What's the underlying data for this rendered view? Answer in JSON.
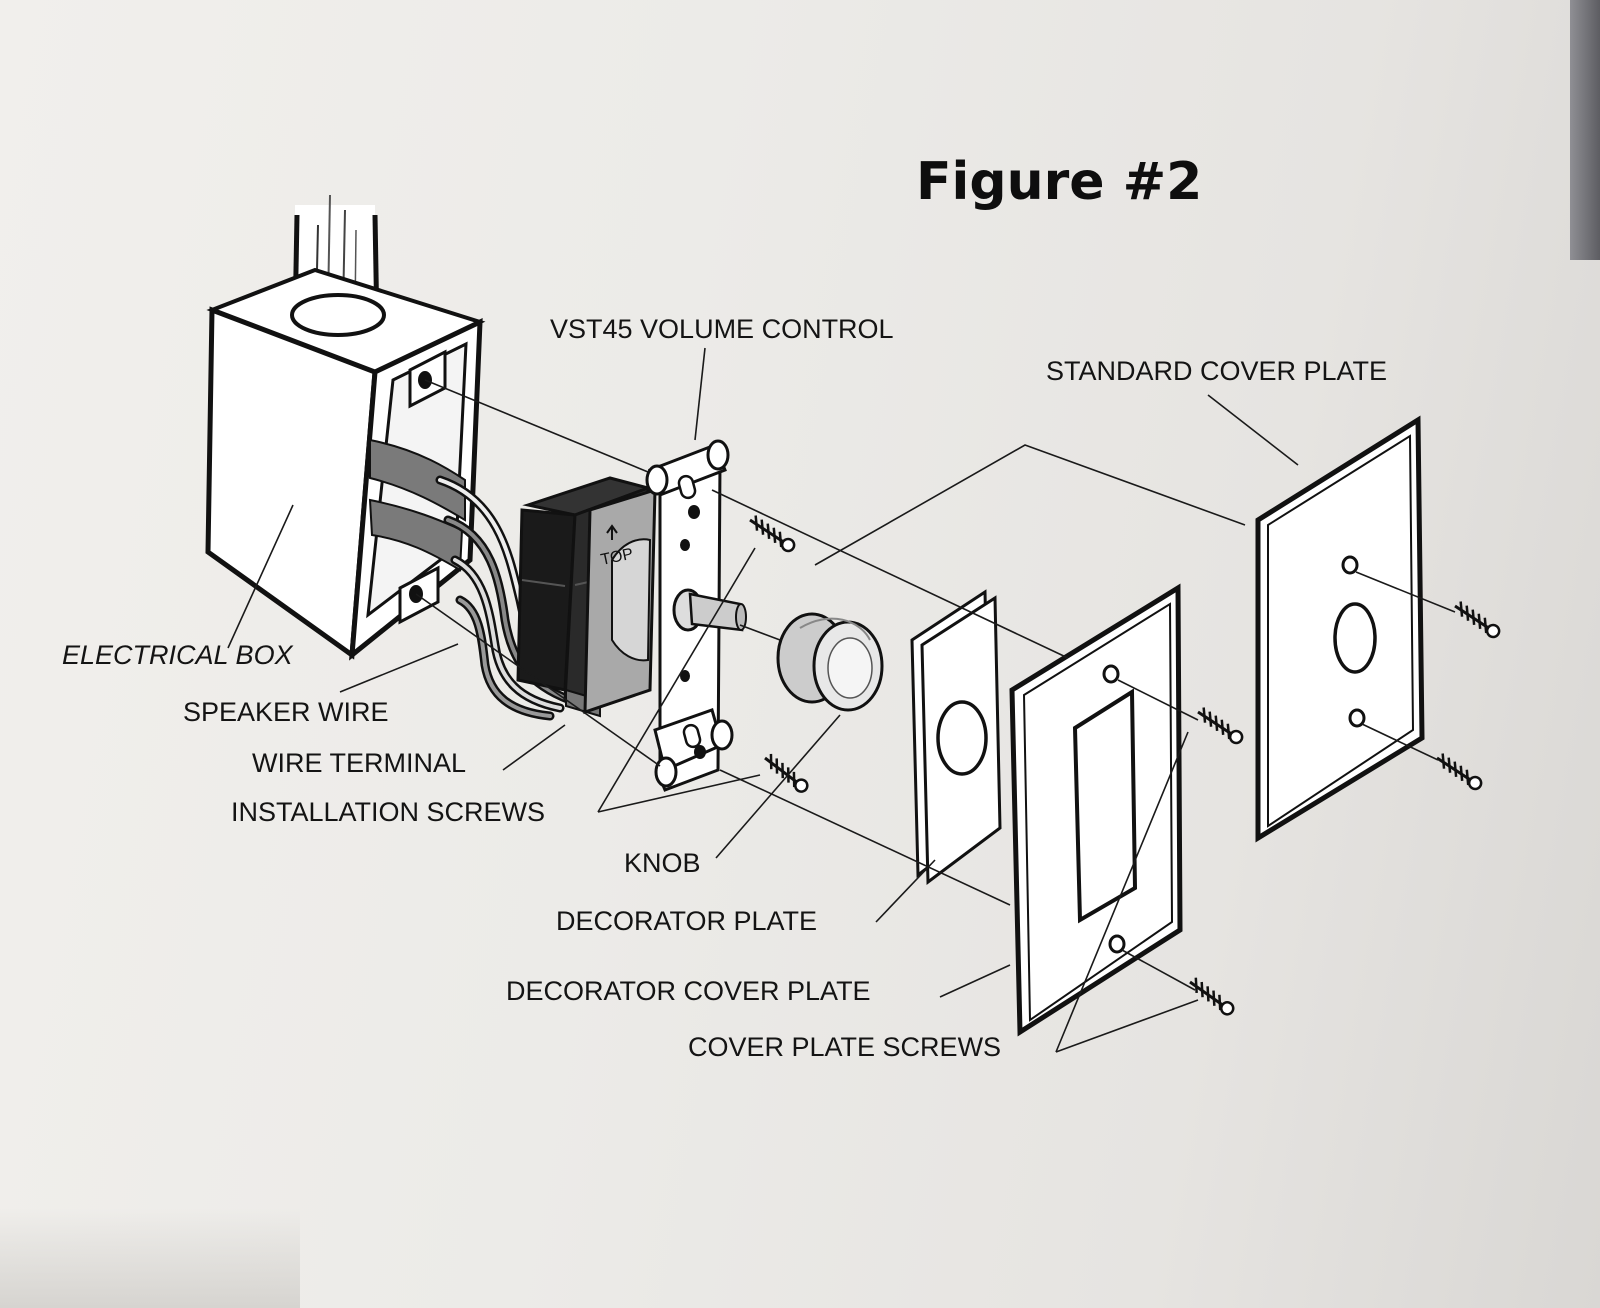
{
  "figure_title": "Figure #2",
  "labels": {
    "volume_control": "VST45 VOLUME CONTROL",
    "standard_cover_plate": "STANDARD COVER PLATE",
    "electrical_box": "ELECTRICAL BOX",
    "speaker_wire": "SPEAKER WIRE",
    "wire_terminal": "WIRE TERMINAL",
    "installation_screws": "INSTALLATION SCREWS",
    "knob": "KNOB",
    "decorator_plate": "DECORATOR PLATE",
    "decorator_cover_plate": "DECORATOR COVER PLATE",
    "cover_plate_screws": "COVER PLATE SCREWS"
  },
  "volume_control_marking": "TOP"
}
